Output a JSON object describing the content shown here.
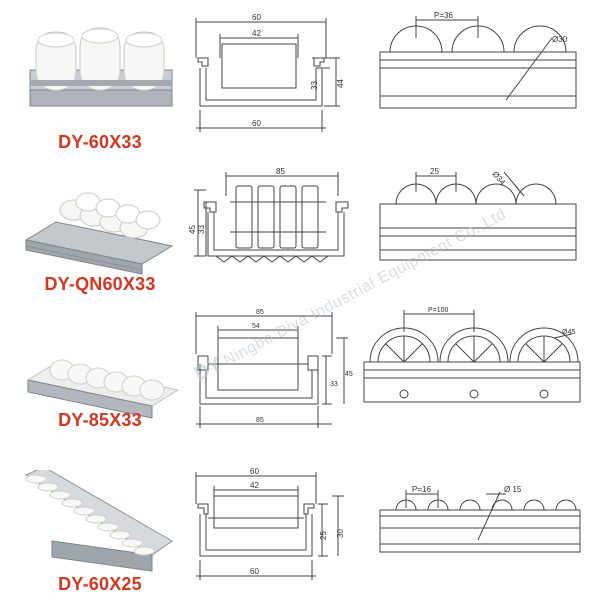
{
  "colors": {
    "caption": "#d8341f",
    "line": "#444444",
    "watermark": "#b9c3cc",
    "roller": "#f4f4f2",
    "rail": "#b9bfc4"
  },
  "watermark": {
    "text": "Ningbo Diya Industrial Equipment Co.,Ltd",
    "logo": "DY"
  },
  "products": [
    {
      "caption": "DY-60X33",
      "section": {
        "top_width": "60",
        "inner_width": "42",
        "height": "33",
        "overall_height": "44",
        "bottom_width": "60"
      },
      "side": {
        "pitch": "P=36",
        "diameter": "Ø30"
      }
    },
    {
      "caption": "DY-QN60X33",
      "section": {
        "top_width": "85",
        "left_outer": "45",
        "left_inner": "33"
      },
      "side": {
        "pitch": "25",
        "diameter": "Ø34"
      }
    },
    {
      "caption": "DY-85X33",
      "section": {
        "top_width": "85",
        "inner_width": "54",
        "height": "33",
        "overall_height": "45",
        "bottom_width": "85"
      },
      "side": {
        "pitch": "P=100",
        "diameter": "Ø45"
      }
    },
    {
      "caption": "DY-60X25",
      "section": {
        "top_width": "60",
        "inner_width": "42",
        "height": "25",
        "overall_height": "30",
        "bottom_width": "60"
      },
      "side": {
        "pitch": "P=16",
        "diameter": "Ø 15"
      }
    }
  ]
}
